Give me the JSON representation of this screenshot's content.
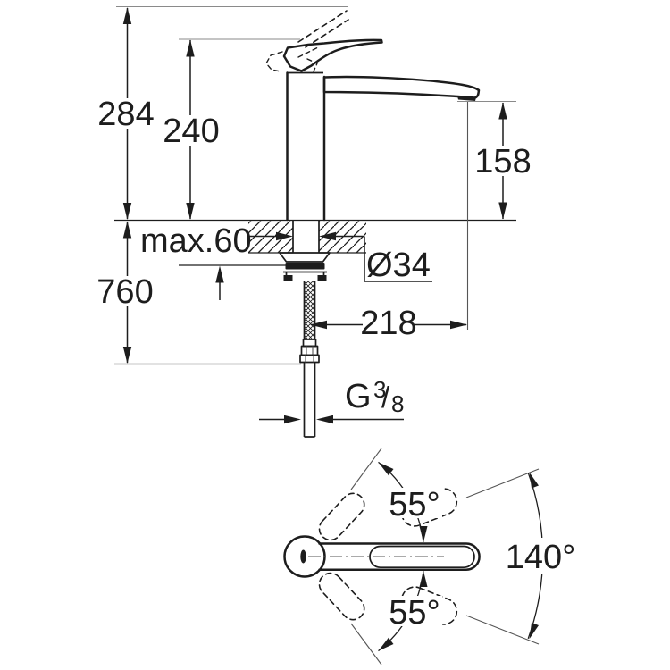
{
  "drawing": {
    "title": "kitchen faucet dimensional drawing",
    "views": [
      "side elevation with installation dimensions",
      "top view with swivel angles"
    ],
    "colors": {
      "line": "#1d1d1d",
      "background": "#ffffff",
      "reference_line": "#8a8a8a"
    }
  },
  "labels": {
    "overall_height": "284",
    "body_height": "240",
    "spout_height": "158",
    "counter_thickness_max": "max.60",
    "hose_length": "760",
    "hole_diameter": "Ø34",
    "spout_projection": "218",
    "thread_g": "G",
    "thread_numerator": "3",
    "thread_slash": "/",
    "thread_denominator": "8",
    "swivel_angle_upper": "55°",
    "swivel_angle_lower": "55°",
    "swivel_angle_total": "140°"
  }
}
